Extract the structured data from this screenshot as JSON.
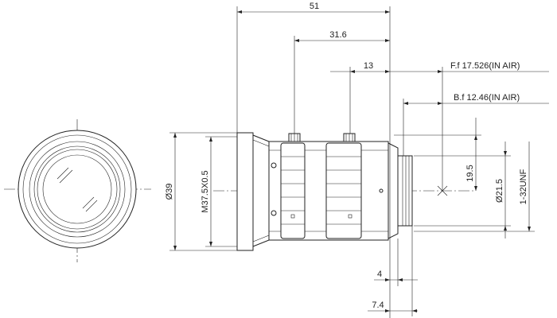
{
  "drawing": {
    "dimensions": {
      "overall_length": "51",
      "front_to_mount": "31.6",
      "rear_offset": "13",
      "flange_focal": "F.f 17.526(IN AIR)",
      "back_focal": "B.f 12.46(IN AIR)",
      "image_half": "19.5",
      "mount_dia": "Ø21.5",
      "thread": "1-32UNF",
      "front_dia": "Ø39",
      "filter_thread": "M37.5X0.5",
      "step_4": "4",
      "step_74": "7.4"
    }
  }
}
